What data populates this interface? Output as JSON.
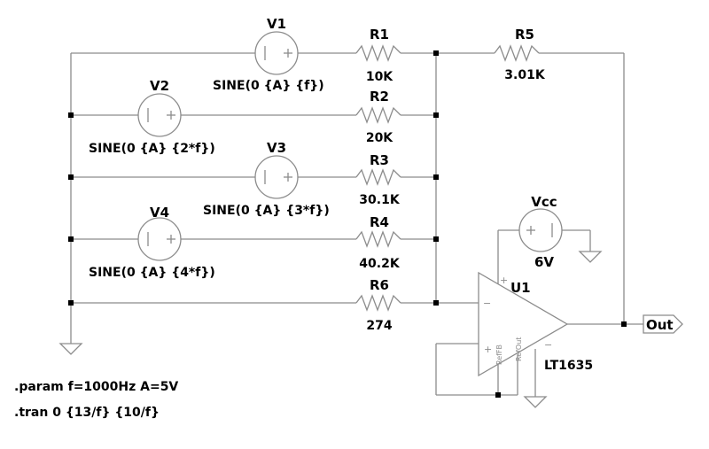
{
  "sources": [
    {
      "ref": "V1",
      "value": "SINE(0 {A} {f})"
    },
    {
      "ref": "V2",
      "value": "SINE(0 {A} {2*f})"
    },
    {
      "ref": "V3",
      "value": "SINE(0 {A} {3*f})"
    },
    {
      "ref": "V4",
      "value": "SINE(0 {A} {4*f})"
    },
    {
      "ref": "Vcc",
      "value": "6V"
    }
  ],
  "resistors": [
    {
      "ref": "R1",
      "value": "10K"
    },
    {
      "ref": "R2",
      "value": "20K"
    },
    {
      "ref": "R3",
      "value": "30.1K"
    },
    {
      "ref": "R4",
      "value": "40.2K"
    },
    {
      "ref": "R5",
      "value": "3.01K"
    },
    {
      "ref": "R6",
      "value": "274"
    }
  ],
  "opamp": {
    "ref": "U1",
    "model": "LT1635",
    "pin_reffb": "RefFB",
    "pin_refout": "RefOut"
  },
  "output_port": {
    "label": "Out"
  },
  "directives": [
    ".param f=1000Hz A=5V",
    ".tran 0 {13/f} {10/f}"
  ]
}
